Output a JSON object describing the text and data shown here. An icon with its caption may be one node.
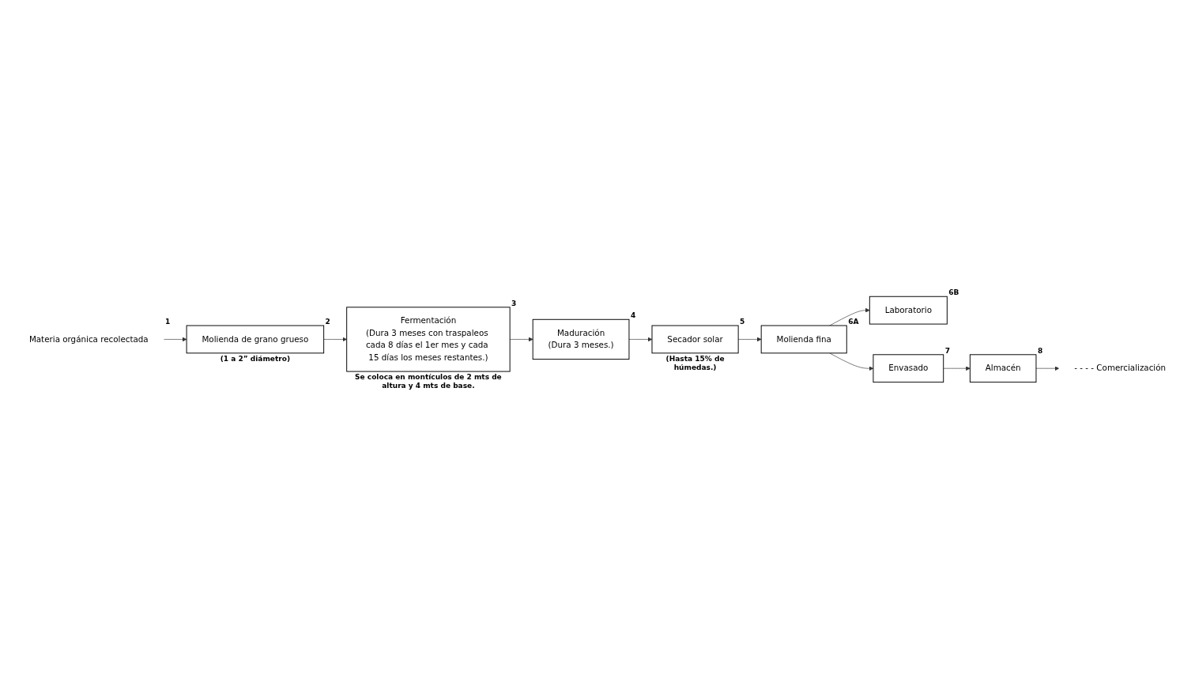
{
  "diagram": {
    "nodes": [
      {
        "text": [
          "Materia orgánica recolectada"
        ],
        "beside": [
          "1"
        ]
      },
      {
        "text": [
          "Molienda de grano grueso"
        ],
        "beside": [
          "2",
          "(1 a 2” diámetro)"
        ]
      },
      {
        "text": [
          "Fermentación",
          "(Dura 3 meses con traspaleos cada 8 días el 1er mes y cada 15 días los meses restantes.)"
        ],
        "beside": [
          "3",
          "Se coloca en montículos de 2 mts de altura y 4 mts de base."
        ]
      },
      {
        "text": [
          "Maduración",
          "(Dura 3 meses.)"
        ],
        "beside": [
          "4"
        ]
      },
      {
        "text": [
          "Secador solar"
        ],
        "beside": [
          "5",
          "(Hasta 15% de húmedas.)"
        ]
      },
      {
        "text": [
          "Molienda fina"
        ],
        "beside": [
          "6A"
        ]
      },
      {
        "text": [
          "Laboratorio"
        ],
        "beside": [
          "6B"
        ]
      },
      {
        "text": [
          "Envasado"
        ],
        "beside": [
          "7"
        ]
      },
      {
        "text": [
          "Almacén"
        ],
        "beside": [
          "8"
        ]
      },
      {
        "text": [
          "- - - - Comercialización"
        ]
      }
    ],
    "edges": [
      {
        "from": 0,
        "to": 1,
        "arrow": "to"
      },
      {
        "from": 1,
        "to": 2,
        "arrow": "to"
      },
      {
        "from": 2,
        "to": 3,
        "arrow": "to"
      },
      {
        "from": 3,
        "to": 4,
        "arrow": "to"
      },
      {
        "from": 4,
        "to": 5,
        "arrow": "to"
      },
      {
        "from": 5,
        "to": 6,
        "arrow": "to"
      },
      {
        "from": 5,
        "to": 7,
        "arrow": "to"
      },
      {
        "from": 7,
        "to": 8,
        "arrow": "to"
      },
      {
        "from": 8,
        "to": 9,
        "arrow": "to"
      }
    ]
  }
}
